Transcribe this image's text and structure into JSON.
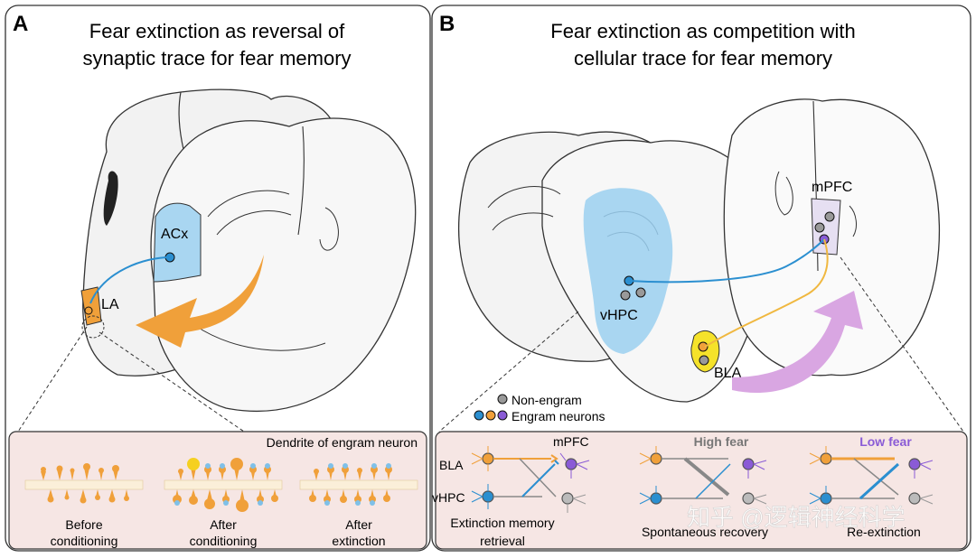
{
  "panel_a": {
    "letter": "A",
    "title_line1": "Fear extinction as reversal of",
    "title_line2": "synaptic trace for fear memory",
    "label_acx": "ACx",
    "label_la": "LA",
    "dendrite_title": "Dendrite of engram neuron",
    "stage1_line1": "Before",
    "stage1_line2": "conditioning",
    "stage2_line1": "After",
    "stage2_line2": "conditioning",
    "stage3_line1": "After",
    "stage3_line2": "extinction"
  },
  "panel_b": {
    "letter": "B",
    "title_line1": "Fear extinction as competition with",
    "title_line2": "cellular trace for fear memory",
    "label_mpfc": "mPFC",
    "label_vhpc": "vHPC",
    "label_bla": "BLA",
    "legend_nonengram": "Non-engram",
    "legend_engram": "Engram neurons",
    "circuit_bla": "BLA",
    "circuit_vhpc": "vHPC",
    "circuit_mpfc": "mPFC",
    "high_fear": "High fear",
    "low_fear": "Low fear",
    "cond1_line1": "Extinction memory",
    "cond1_line2": "retrieval",
    "cond2": "Spontaneous recovery",
    "cond3": "Re-extinction"
  },
  "watermark": "知乎 @逻辑神经科学",
  "colors": {
    "orange": "#f0a03a",
    "blue": "#2b8fd0",
    "acx_fill": "#a9d6f1",
    "vhpc_fill": "#a9d6f1",
    "purple": "#8a5bd6",
    "pink_panel": "#f6e6e4",
    "low_fear": "#8a5bd6",
    "high_fear": "#777777"
  }
}
